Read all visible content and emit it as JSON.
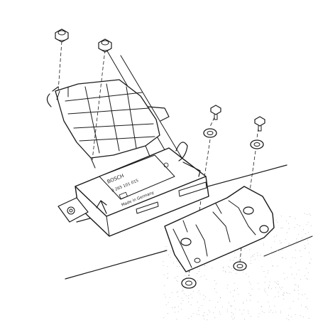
{
  "module": {
    "brand": "BOSCH",
    "part_number": "0 265 101 015",
    "origin": "Made in Germany"
  },
  "colors": {
    "ink": "#1a1a1a",
    "paper": "#ffffff",
    "stipple": "#b5b5b5"
  }
}
